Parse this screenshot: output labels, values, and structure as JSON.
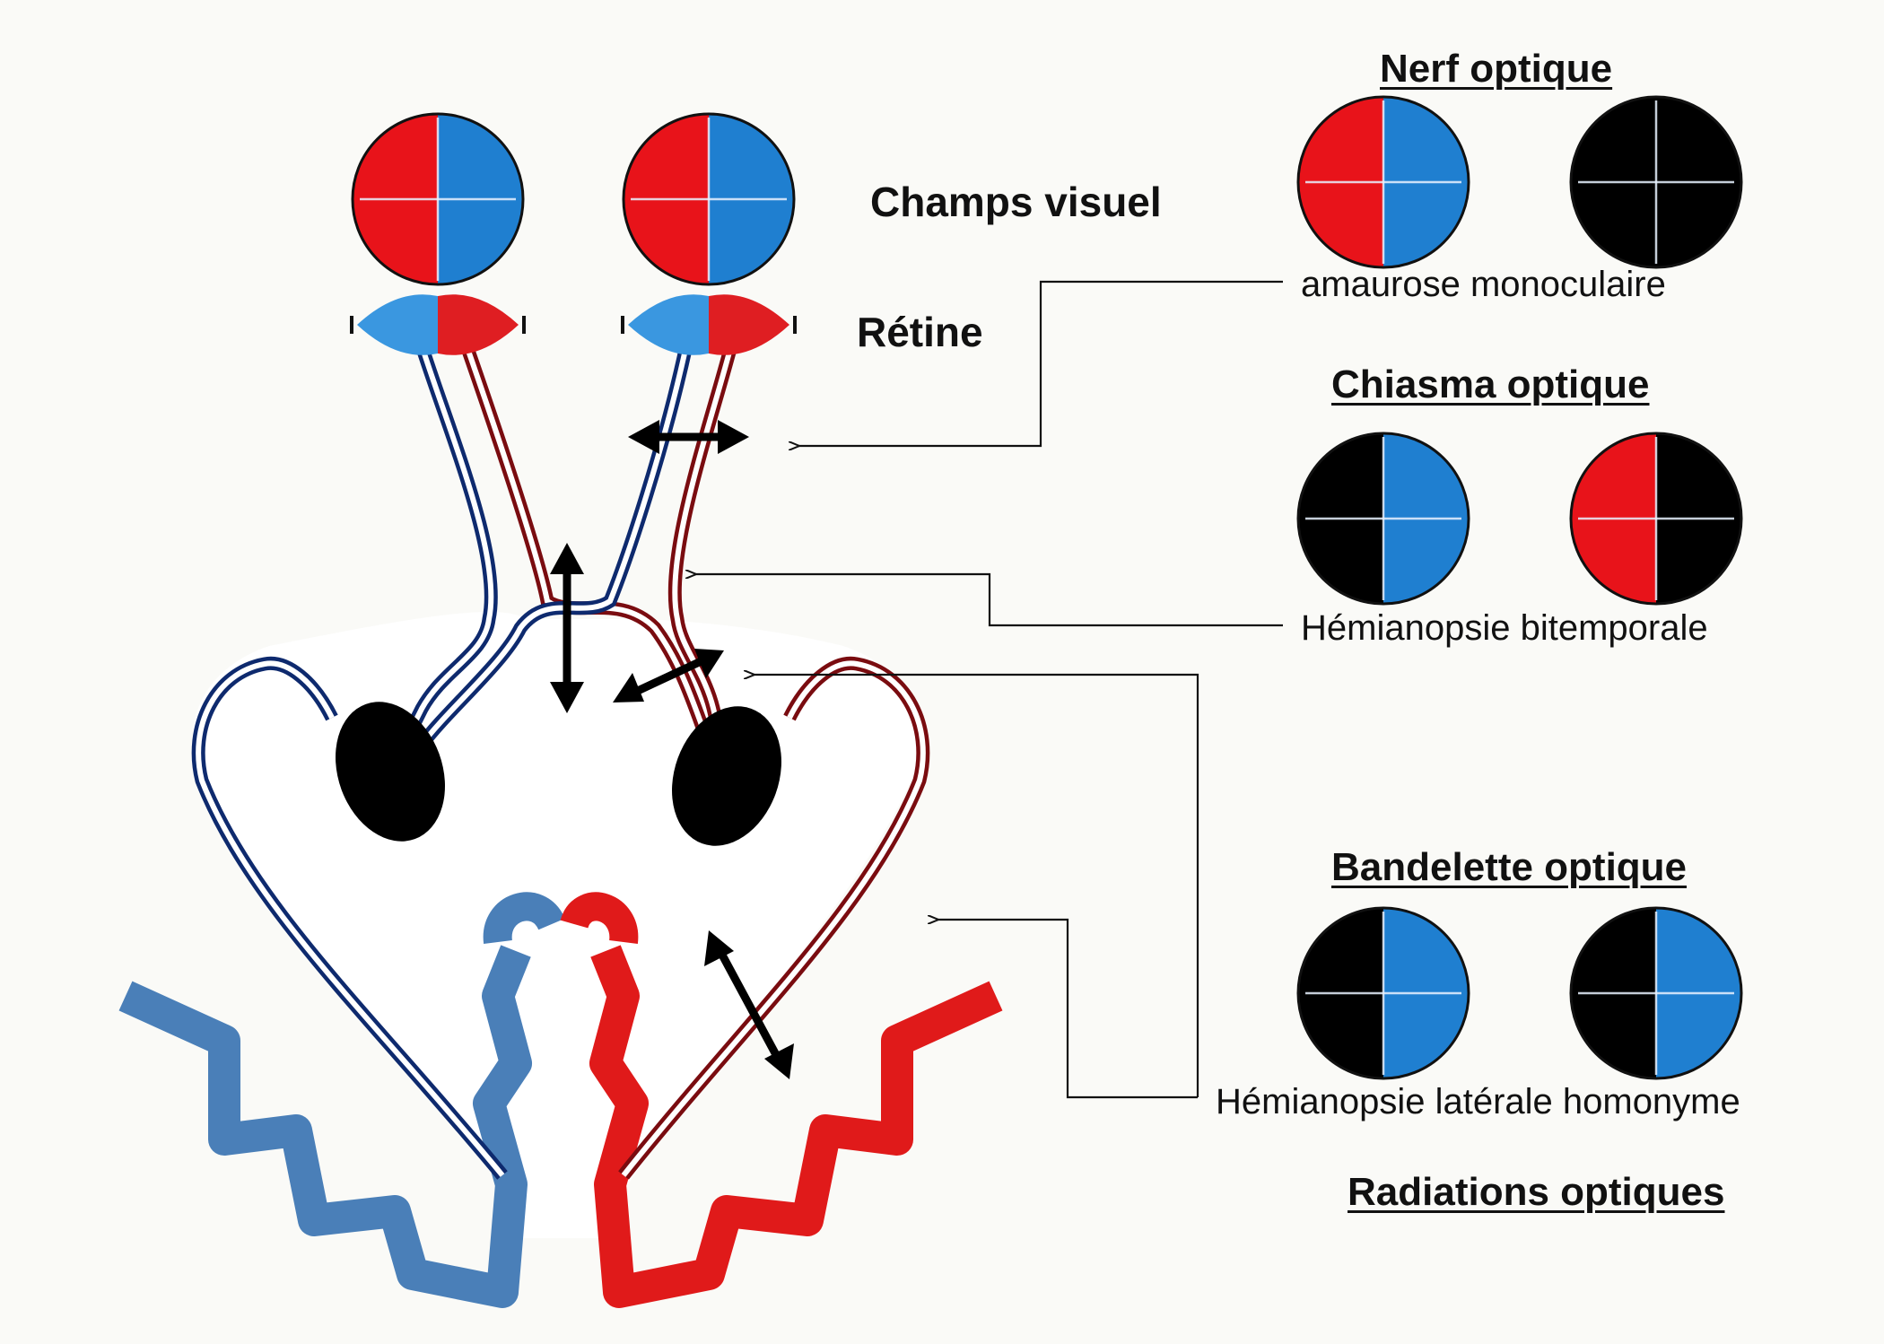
{
  "labels": {
    "visual_fields": "Champs visuel",
    "retina": "Rétine"
  },
  "sections": [
    {
      "title": "Nerf optique",
      "caption": "amaurose monoculaire",
      "fields": [
        [
          "red",
          "blue"
        ],
        [
          "black",
          "black"
        ]
      ]
    },
    {
      "title": "Chiasma optique",
      "caption": "Hémianopsie bitemporale",
      "fields": [
        [
          "black",
          "blue"
        ],
        [
          "red",
          "black"
        ]
      ]
    },
    {
      "title": "Bandelette optique",
      "caption": "Hémianopsie latérale homonyme",
      "fields": [
        [
          "black",
          "blue"
        ],
        [
          "black",
          "blue"
        ]
      ]
    },
    {
      "title": "Radiations optiques",
      "caption": "",
      "fields": []
    }
  ],
  "colors": {
    "red": "#e8131a",
    "blue": "#1f7fd0",
    "black": "#000000",
    "nerve_blue": "#0e2a6e",
    "nerve_red": "#7a0c10",
    "cortex_blue": "#4a7fb8",
    "cortex_red": "#e01a1a",
    "retina_blue": "#3a97e0",
    "retina_red": "#df1e22"
  }
}
